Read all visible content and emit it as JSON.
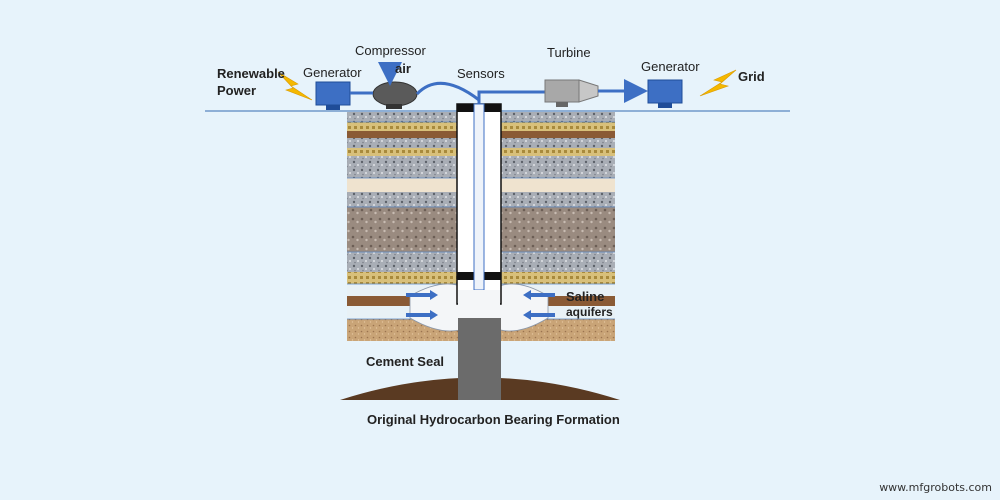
{
  "labels": {
    "renewable_line1": "Renewable",
    "renewable_line2": "Power",
    "generator_left": "Generator",
    "compressor": "Compressor",
    "air": "air",
    "sensors": "Sensors",
    "turbine": "Turbine",
    "generator_right": "Generator",
    "grid": "Grid",
    "saline_line1": "Saline",
    "saline_line2": "aquifers",
    "cement_seal": "Cement Seal",
    "formation": "Original Hydrocarbon Bearing Formation"
  },
  "watermark": "www.mfgrobots.com",
  "colors": {
    "background": "#e7f3fb",
    "equipment_blue": "#3d6fc4",
    "pipe_blue": "#3d6fc4",
    "bolt_yellow": "#f5b800",
    "turbine_gray": "#a8a8a8",
    "cement_gray": "#6b6b6b",
    "formation_brown": "#5a3a22"
  },
  "icons": [
    "lightning-bolt-icon",
    "generator-icon",
    "compressor-icon",
    "turbine-icon",
    "flow-arrow-icon"
  ]
}
